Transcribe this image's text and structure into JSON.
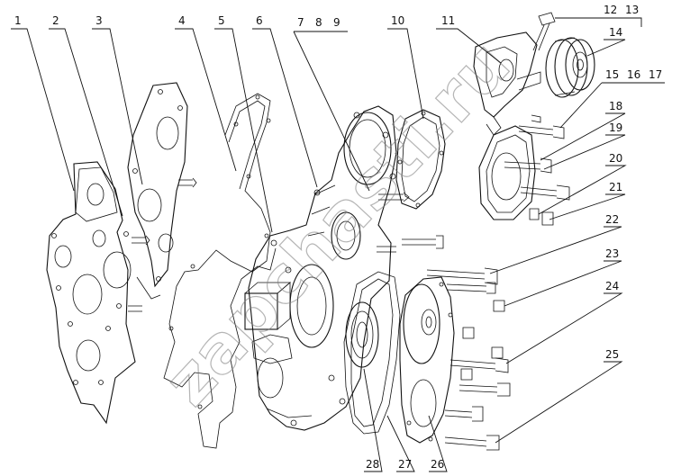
{
  "callouts": [
    {
      "id": "1",
      "label": "1"
    },
    {
      "id": "2",
      "label": "2"
    },
    {
      "id": "3",
      "label": "3"
    },
    {
      "id": "4",
      "label": "4"
    },
    {
      "id": "5",
      "label": "5"
    },
    {
      "id": "6",
      "label": "6"
    },
    {
      "id": "7",
      "label": "7"
    },
    {
      "id": "8",
      "label": "8"
    },
    {
      "id": "9",
      "label": "9"
    },
    {
      "id": "10",
      "label": "10"
    },
    {
      "id": "11",
      "label": "11"
    },
    {
      "id": "12",
      "label": "12"
    },
    {
      "id": "13",
      "label": "13"
    },
    {
      "id": "14",
      "label": "14"
    },
    {
      "id": "15",
      "label": "15"
    },
    {
      "id": "16",
      "label": "16"
    },
    {
      "id": "17",
      "label": "17"
    },
    {
      "id": "18",
      "label": "18"
    },
    {
      "id": "19",
      "label": "19"
    },
    {
      "id": "20",
      "label": "20"
    },
    {
      "id": "21",
      "label": "21"
    },
    {
      "id": "22",
      "label": "22"
    },
    {
      "id": "23",
      "label": "23"
    },
    {
      "id": "24",
      "label": "24"
    },
    {
      "id": "25",
      "label": "25"
    },
    {
      "id": "26",
      "label": "26"
    },
    {
      "id": "27",
      "label": "27"
    },
    {
      "id": "28",
      "label": "28"
    }
  ],
  "watermark": "zapchasti.ru"
}
